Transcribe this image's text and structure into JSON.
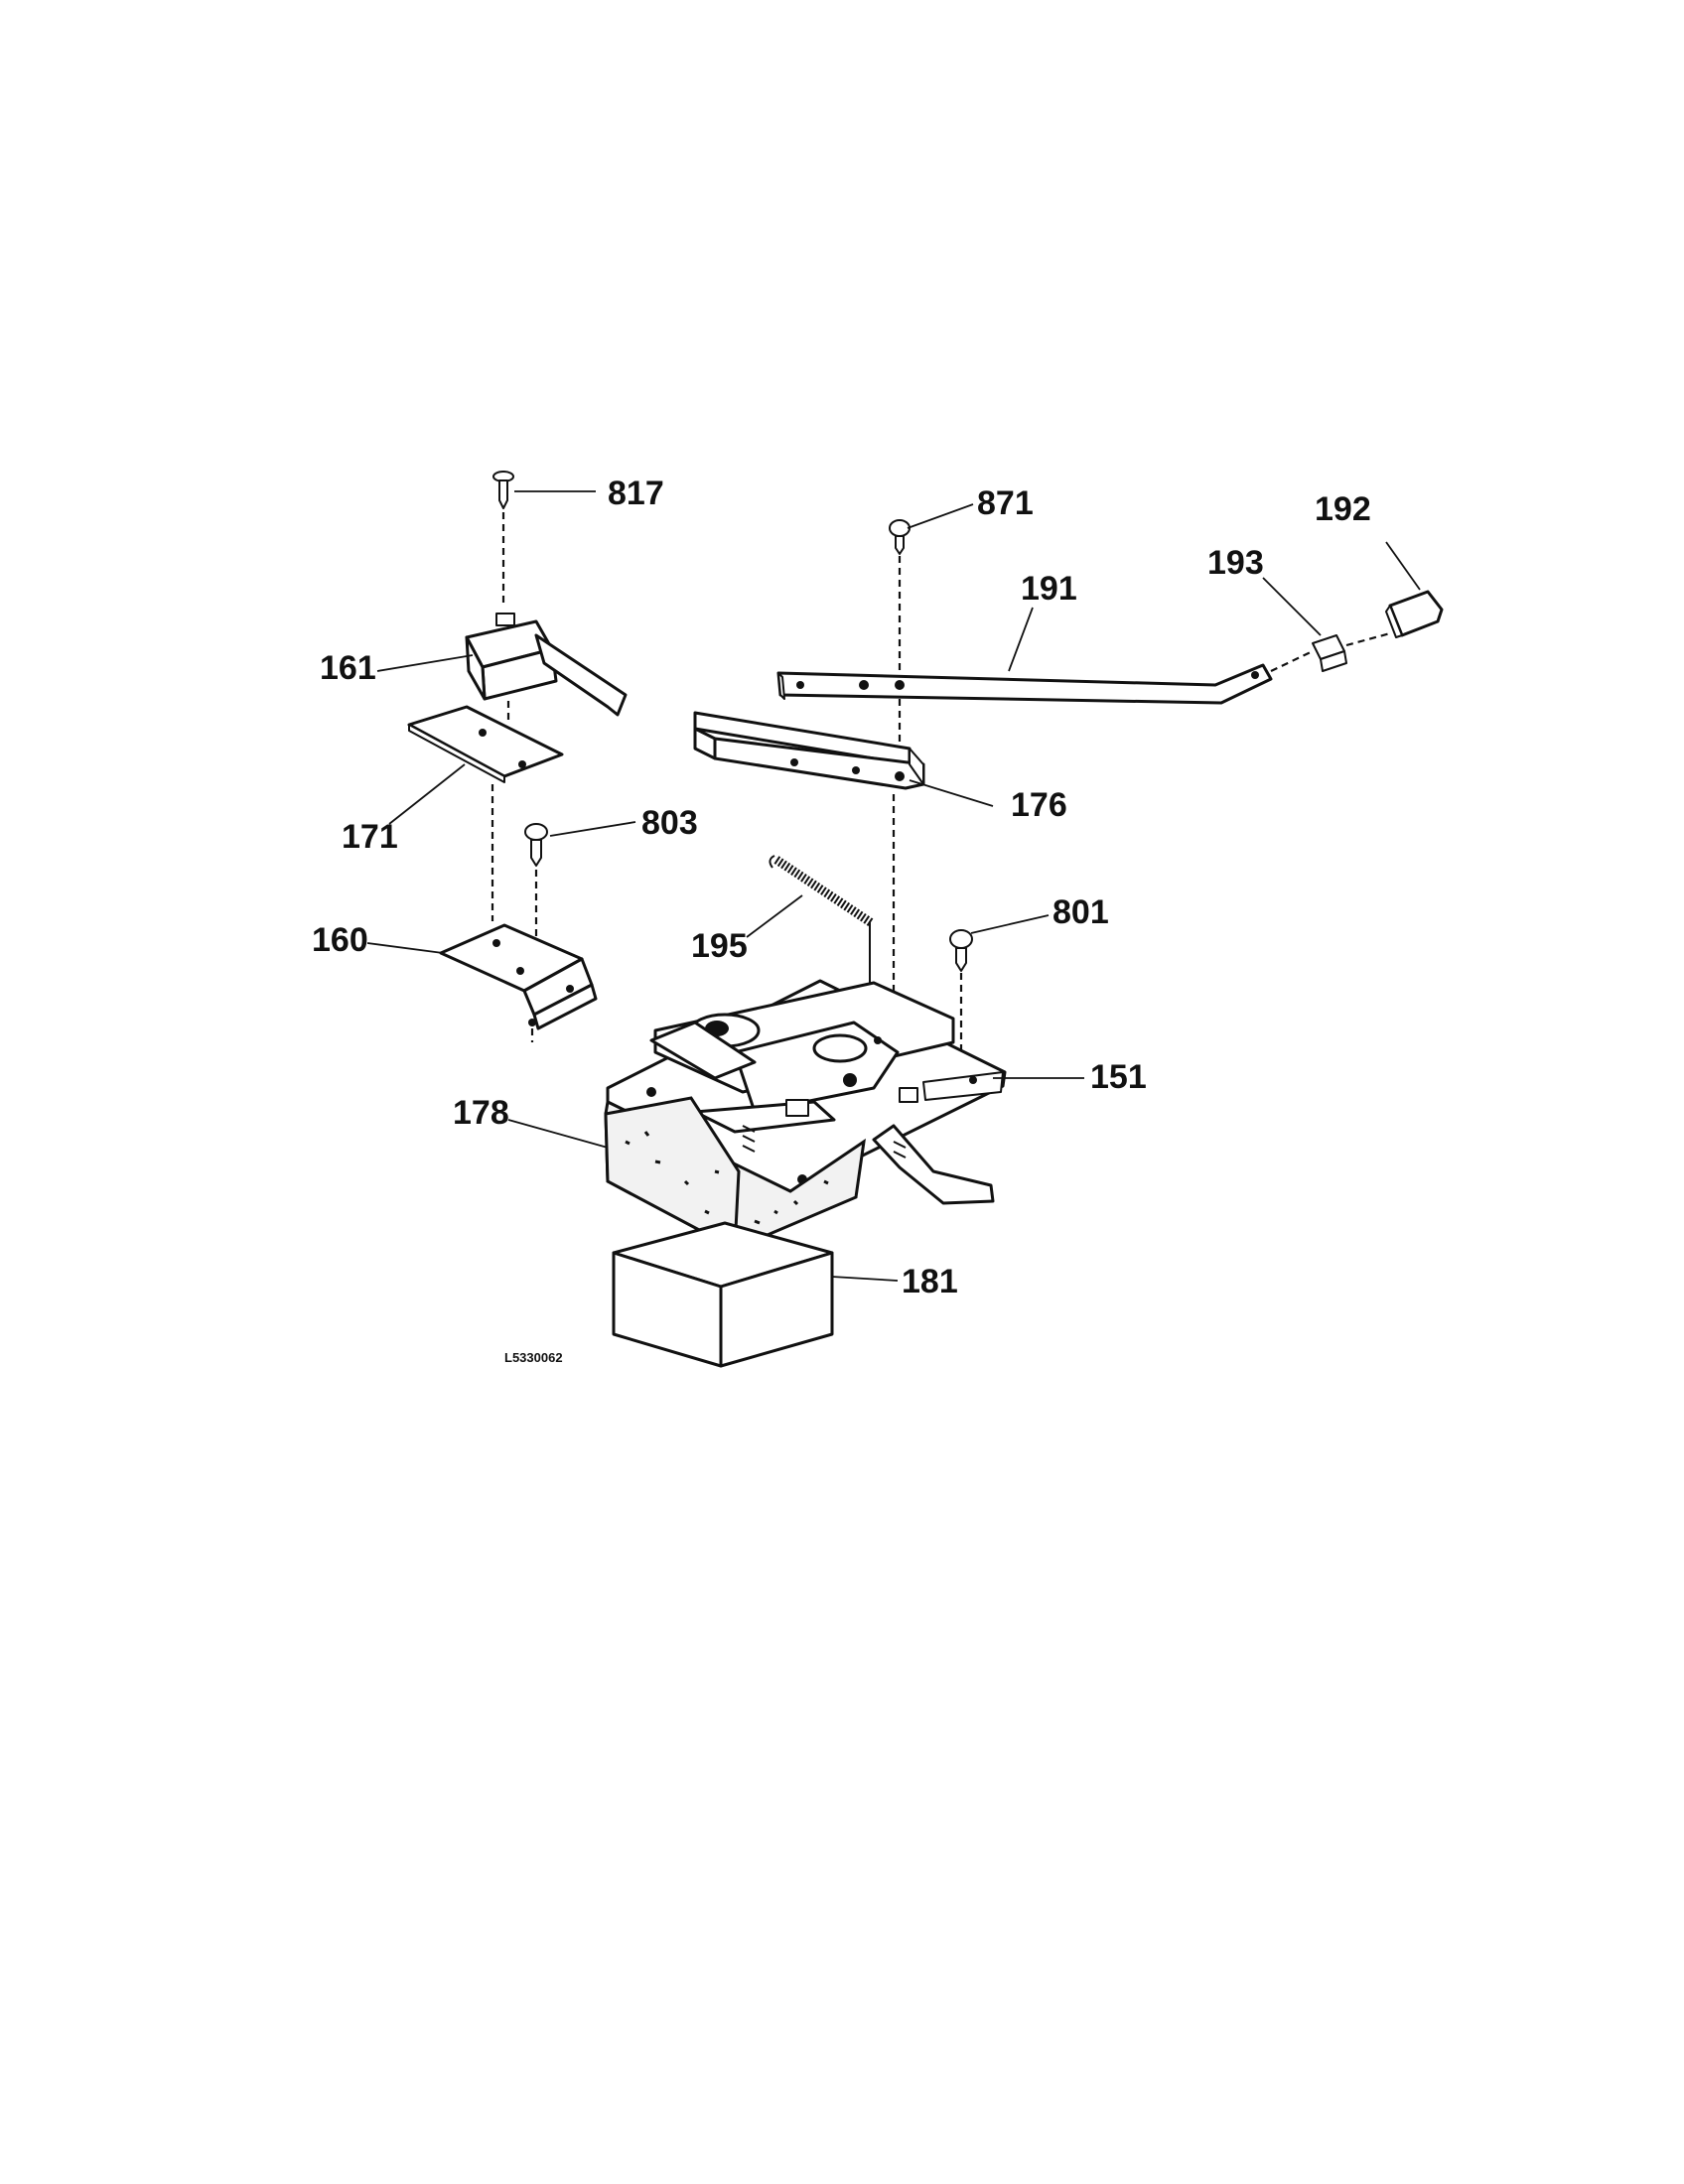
{
  "callouts": {
    "c817": "817",
    "c871": "871",
    "c192": "192",
    "c193": "193",
    "c191": "191",
    "c161": "161",
    "c176": "176",
    "c171": "171",
    "c803": "803",
    "c801": "801",
    "c160": "160",
    "c195": "195",
    "c151": "151",
    "c178": "178",
    "c181": "181"
  },
  "drawing_code": "L5330062"
}
